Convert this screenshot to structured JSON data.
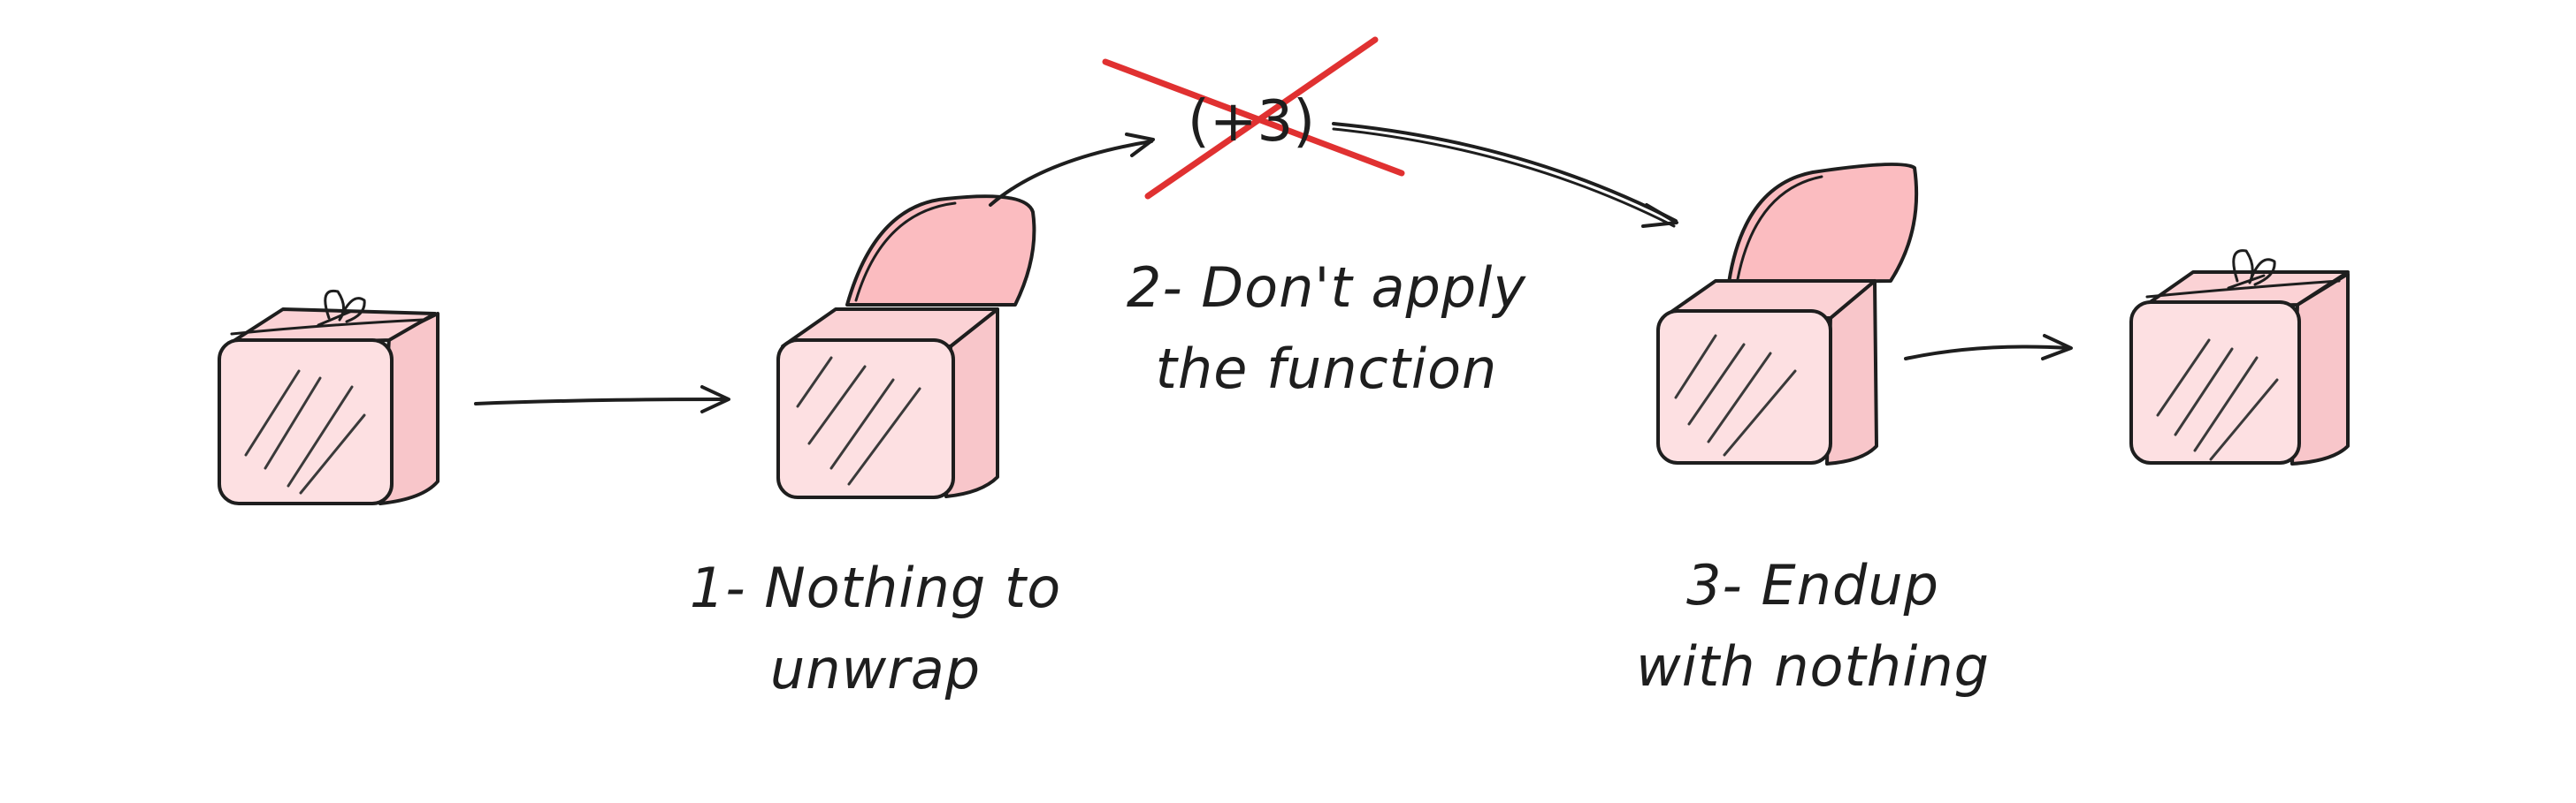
{
  "colors": {
    "box_fill": "#fde0e2",
    "box_side": "#f8c6ca",
    "lid_fill": "#fbbcc0",
    "ink": "#1e1e1e",
    "cross": "#e03131"
  },
  "labels": {
    "step1_line1": "1- Nothing to",
    "step1_line2": "unwrap",
    "step2_line1": "2- Don't apply",
    "step2_line2": "the function",
    "step3_line1": "3- Endup",
    "step3_line2": "with nothing"
  },
  "function_label": "(+3)"
}
